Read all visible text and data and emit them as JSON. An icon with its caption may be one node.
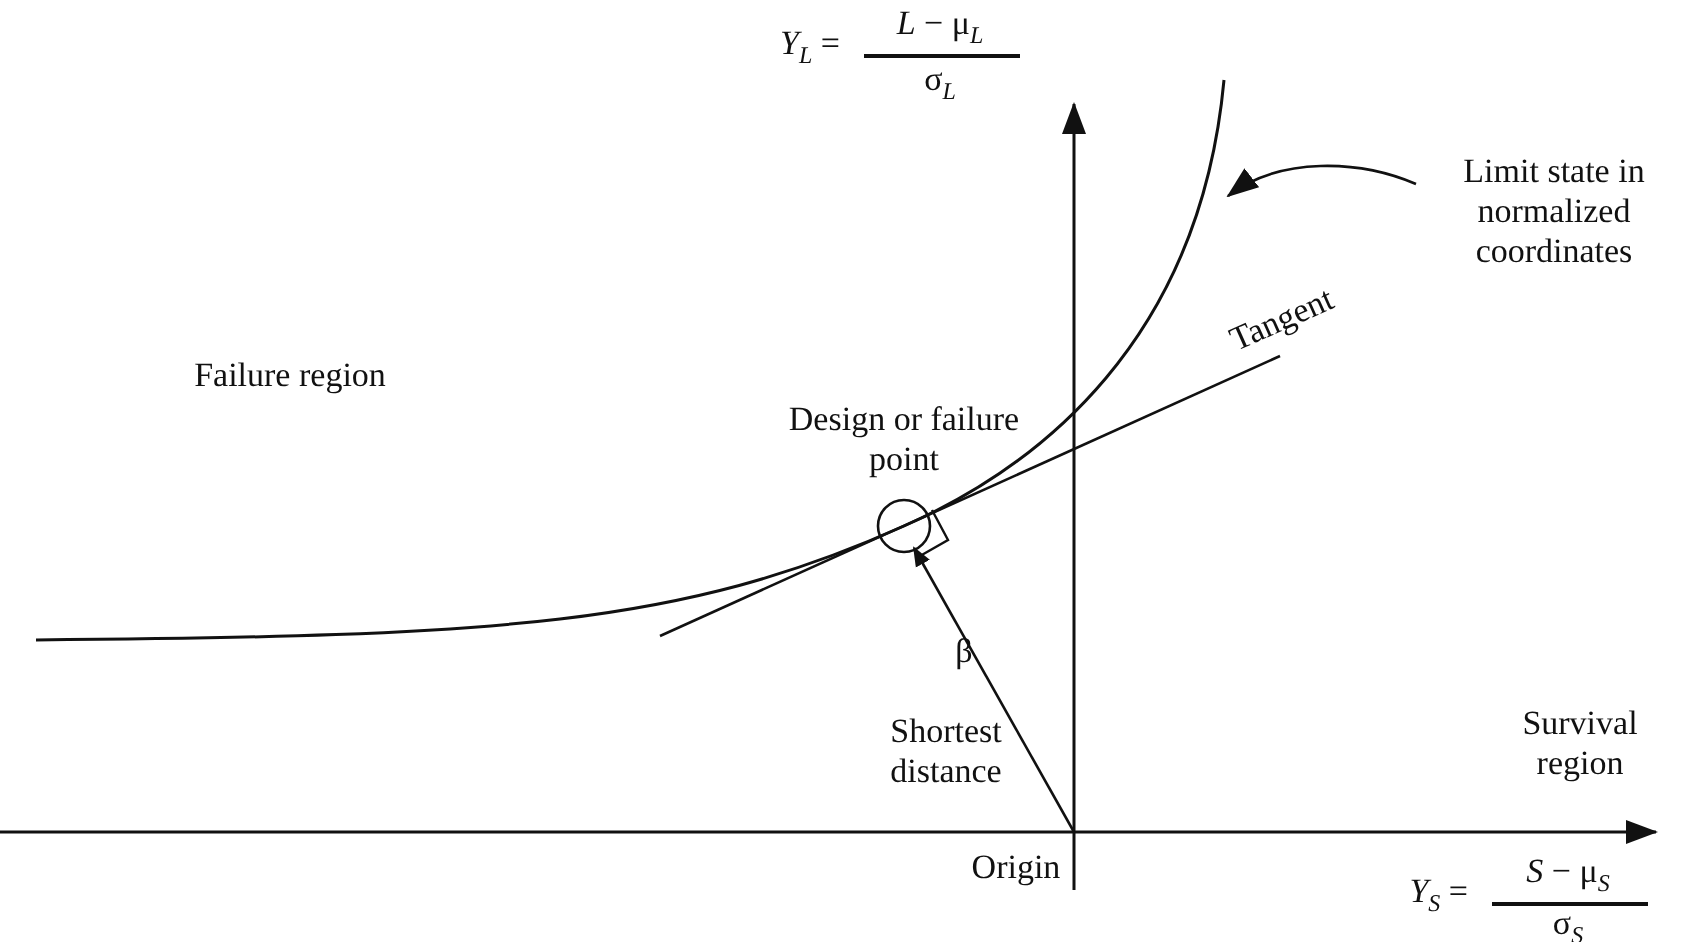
{
  "diagram": {
    "nodes": [
      {
        "text": [],
        "shape": "circle"
      },
      {
        "text": [
          "Origin"
        ]
      },
      {
        "text": [
          "Limit state in normalized coordinates"
        ]
      }
    ],
    "edges": [
      {
        "from": 1,
        "to": 0,
        "arrow": "to"
      },
      {
        "from": 2,
        "to": null,
        "arrow": "to"
      }
    ],
    "labels": [
      "*Y*$_{L}$ =",
      "*L* − μ$_{L}$",
      "σ$_{L}$",
      "Design or failure point",
      "Tangent",
      "Failure region",
      "β",
      "Shortest distance",
      "Survival region",
      "*Y*$_{S}$ =",
      "*S* − μ$_{S}$",
      "σ$_{S}$"
    ]
  }
}
